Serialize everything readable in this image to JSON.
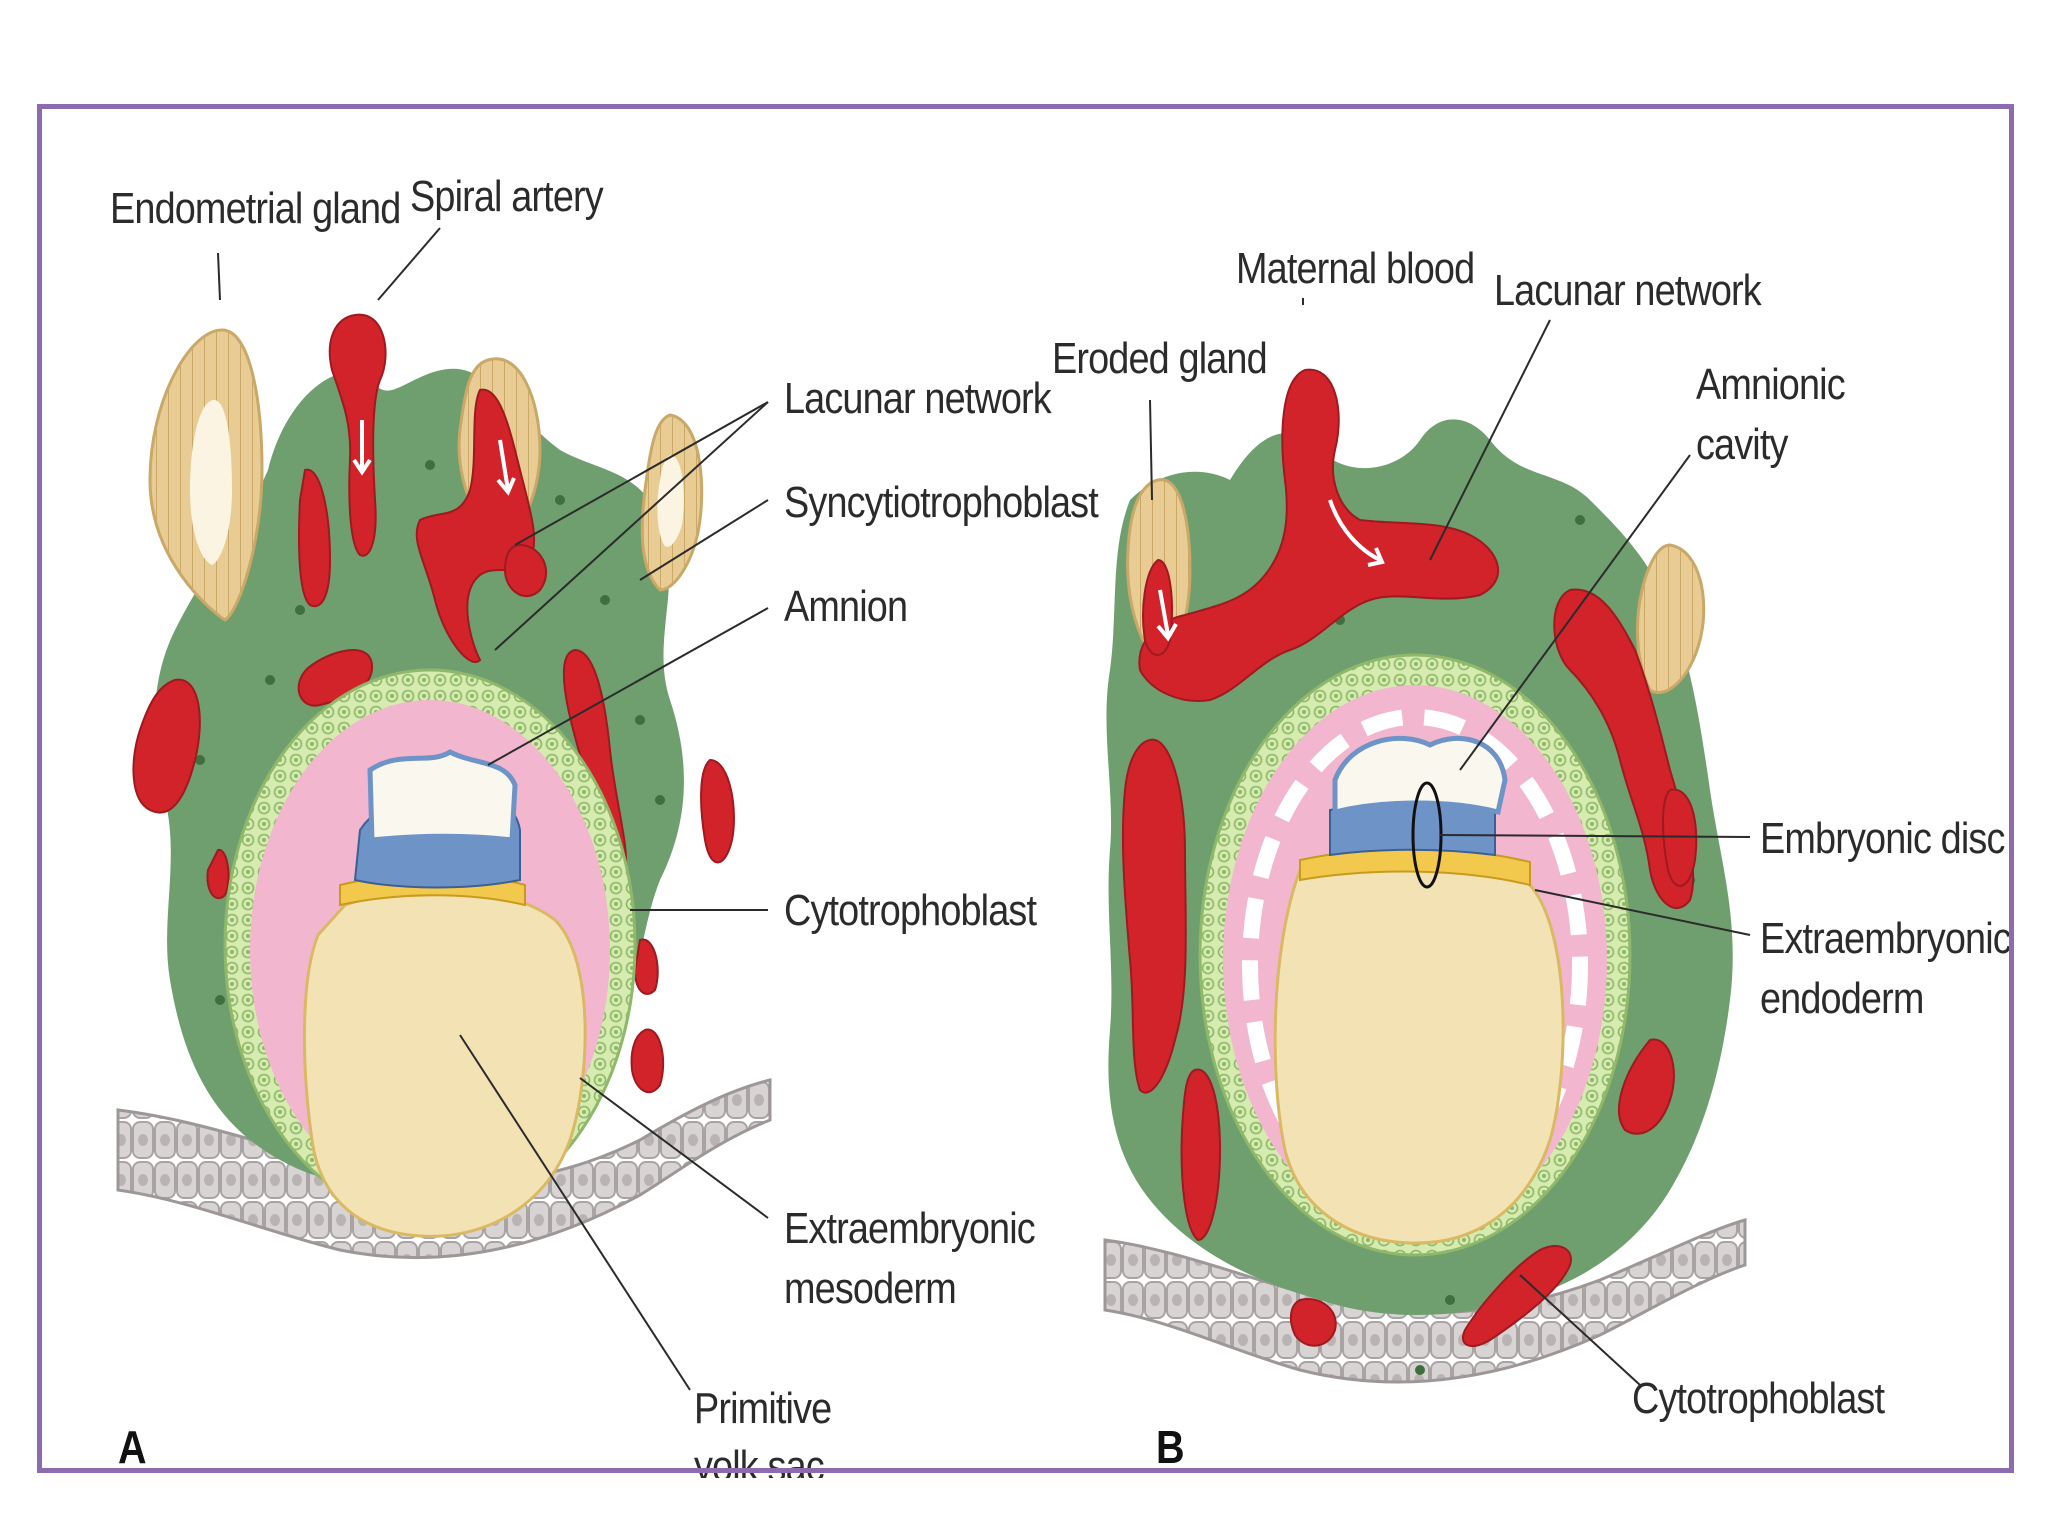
{
  "colors": {
    "frame_border": "#8c6bb1",
    "syncytiotrophoblast": "#6f9f6f",
    "maternal_blood": "#d2232a",
    "cytotrophoblast": "#cfe6a8",
    "extraembryonic_mesoderm": "#f2b6cf",
    "yolk_sac": "#f3e3b4",
    "gland": "#e4c891",
    "epiblast": "#6d93c7",
    "hypoblast": "#f2c94c",
    "endometrium": "#c9c4c4"
  },
  "panel_a": {
    "letter": "A",
    "labels": {
      "endometrial_gland": "Endometrial gland",
      "spiral_artery": "Spiral artery",
      "lacunar_network": "Lacunar network",
      "syncytiotrophoblast": "Syncytiotrophoblast",
      "amnion": "Amnion",
      "cytotrophoblast": "Cytotrophoblast",
      "extraembryonic_mesoderm_line1": "Extraembryonic",
      "extraembryonic_mesoderm_line2": "mesoderm",
      "primitive_yolk_sac_line1": "Primitive",
      "primitive_yolk_sac_line2": "yolk sac"
    }
  },
  "panel_b": {
    "letter": "B",
    "labels": {
      "maternal_blood": "Maternal blood",
      "lacunar_network": "Lacunar network",
      "eroded_gland": "Eroded gland",
      "amnionic_cavity_line1": "Amnionic",
      "amnionic_cavity_line2": "cavity",
      "embryonic_disc": "Embryonic disc",
      "extraembryonic_endoderm_line1": "Extraembryonic",
      "extraembryonic_endoderm_line2": "endoderm",
      "cytotrophoblast": "Cytotrophoblast"
    }
  }
}
